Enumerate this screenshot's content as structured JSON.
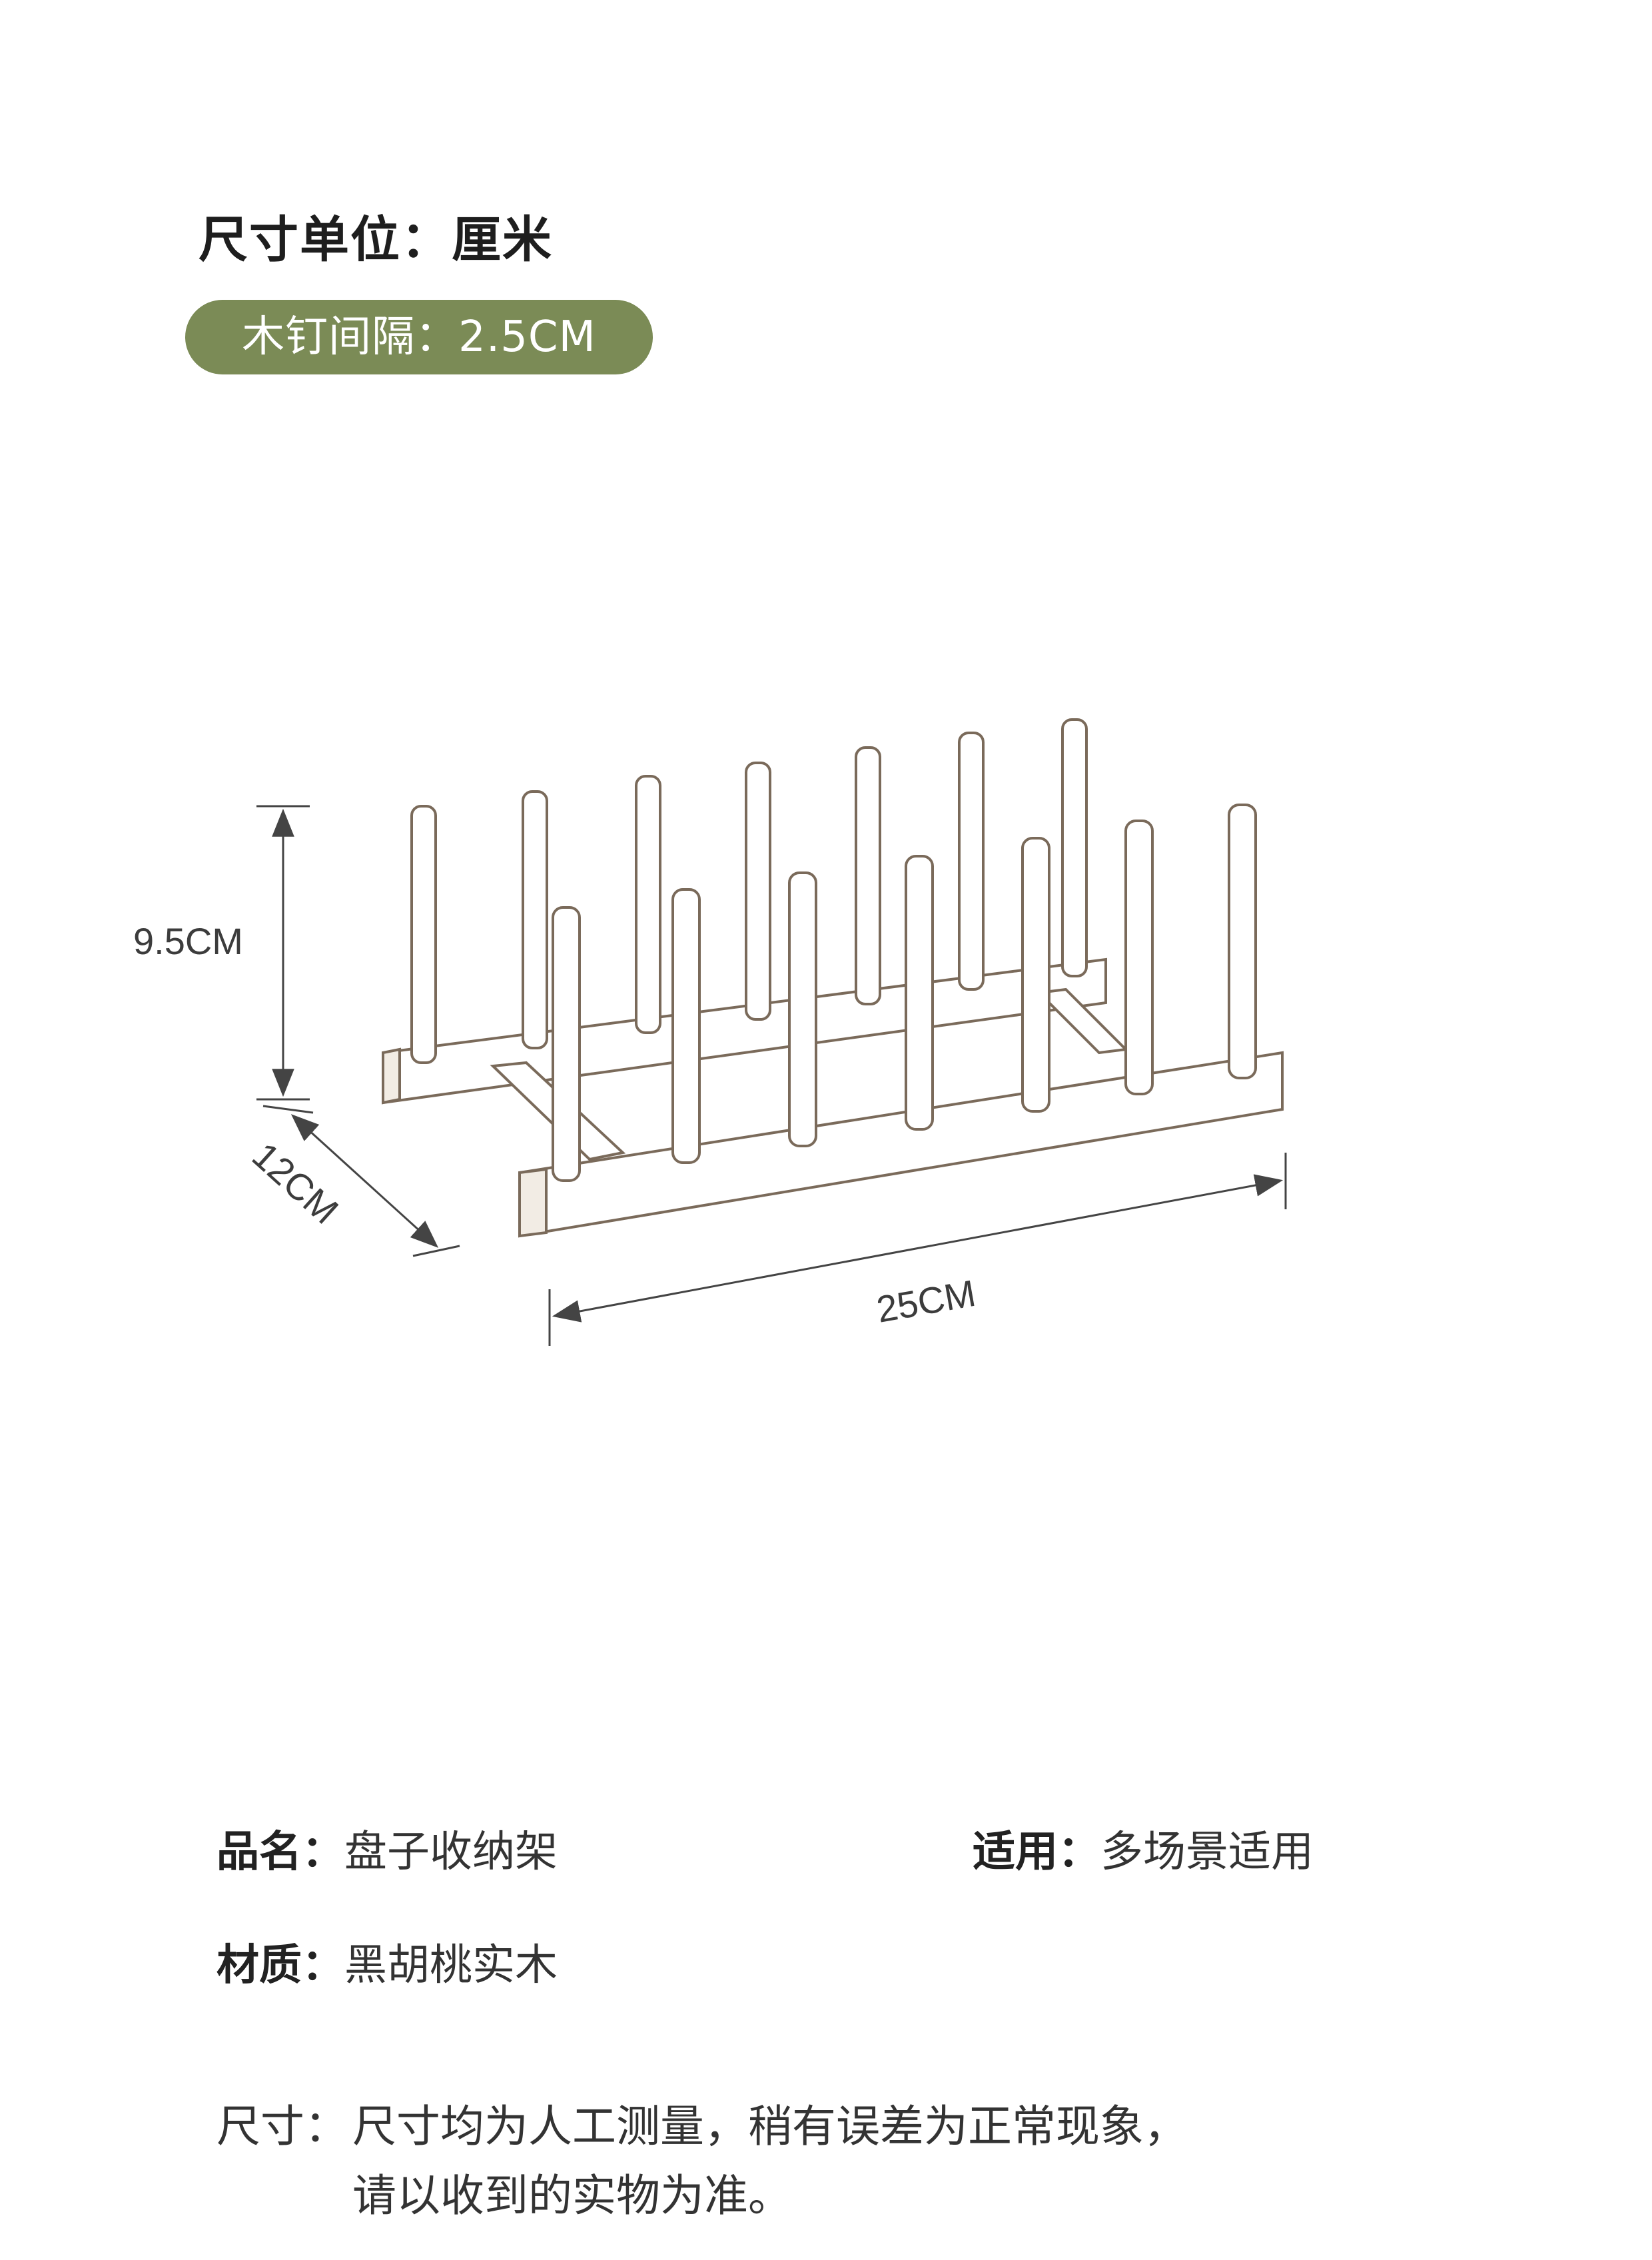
{
  "header": {
    "unit_title": "尺寸单位：厘米",
    "peg_spacing_badge": "木钉间隔：2.5CM",
    "badge_color": "#7b8b56"
  },
  "diagram": {
    "height_label": "9.5CM",
    "depth_label": "12CM",
    "width_label": "25CM"
  },
  "specs": {
    "name_label": "品名：",
    "name_value": "盘子收纳架",
    "usage_label": "适用：",
    "usage_value": "多场景适用",
    "material_label": "材质：",
    "material_value": "黑胡桃实木"
  },
  "note": {
    "label": "尺寸：",
    "line1": "尺寸均为人工测量，稍有误差为正常现象，",
    "line2": "请以收到的实物为准。"
  }
}
